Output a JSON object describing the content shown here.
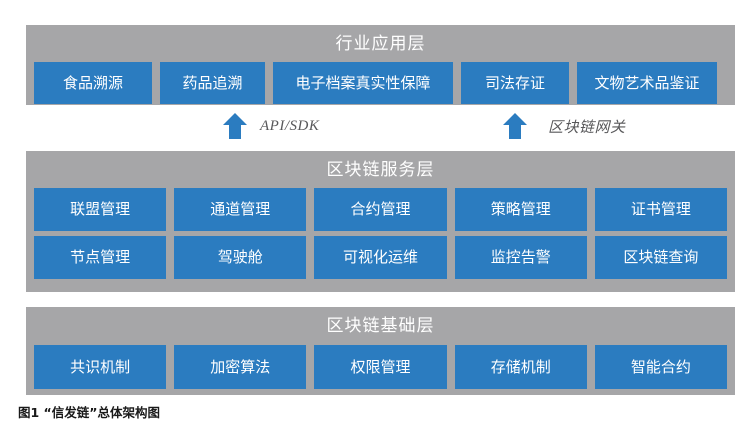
{
  "figure": {
    "caption": "图1 “信发链”总体架构图",
    "colors": {
      "panel_grey": "#a6a6a8",
      "cell_blue": "#2b7cc0",
      "title_text": "#ffffff",
      "connector_text": "#58585a",
      "page_background": "#ffffff"
    }
  },
  "layers": [
    {
      "id": "industry-application-layer",
      "title": "行业应用层",
      "rows": [
        {
          "cells": [
            "食品溯源",
            "药品追溯",
            "电子档案真实性保障",
            "司法存证",
            "文物艺术品鉴证"
          ]
        }
      ]
    },
    {
      "id": "blockchain-service-layer",
      "title": "区块链服务层",
      "rows": [
        {
          "cells": [
            "联盟管理",
            "通道管理",
            "合约管理",
            "策略管理",
            "证书管理"
          ]
        },
        {
          "cells": [
            "节点管理",
            "驾驶舱",
            "可视化运维",
            "监控告警",
            "区块链查询"
          ]
        }
      ]
    },
    {
      "id": "blockchain-base-layer",
      "title": "区块链基础层",
      "rows": [
        {
          "cells": [
            "共识机制",
            "加密算法",
            "权限管理",
            "存储机制",
            "智能合约"
          ]
        }
      ]
    }
  ],
  "connectors": [
    {
      "icon": "arrow-up-icon",
      "label": "API/SDK"
    },
    {
      "icon": "arrow-up-icon",
      "label": "区块链网关"
    }
  ]
}
